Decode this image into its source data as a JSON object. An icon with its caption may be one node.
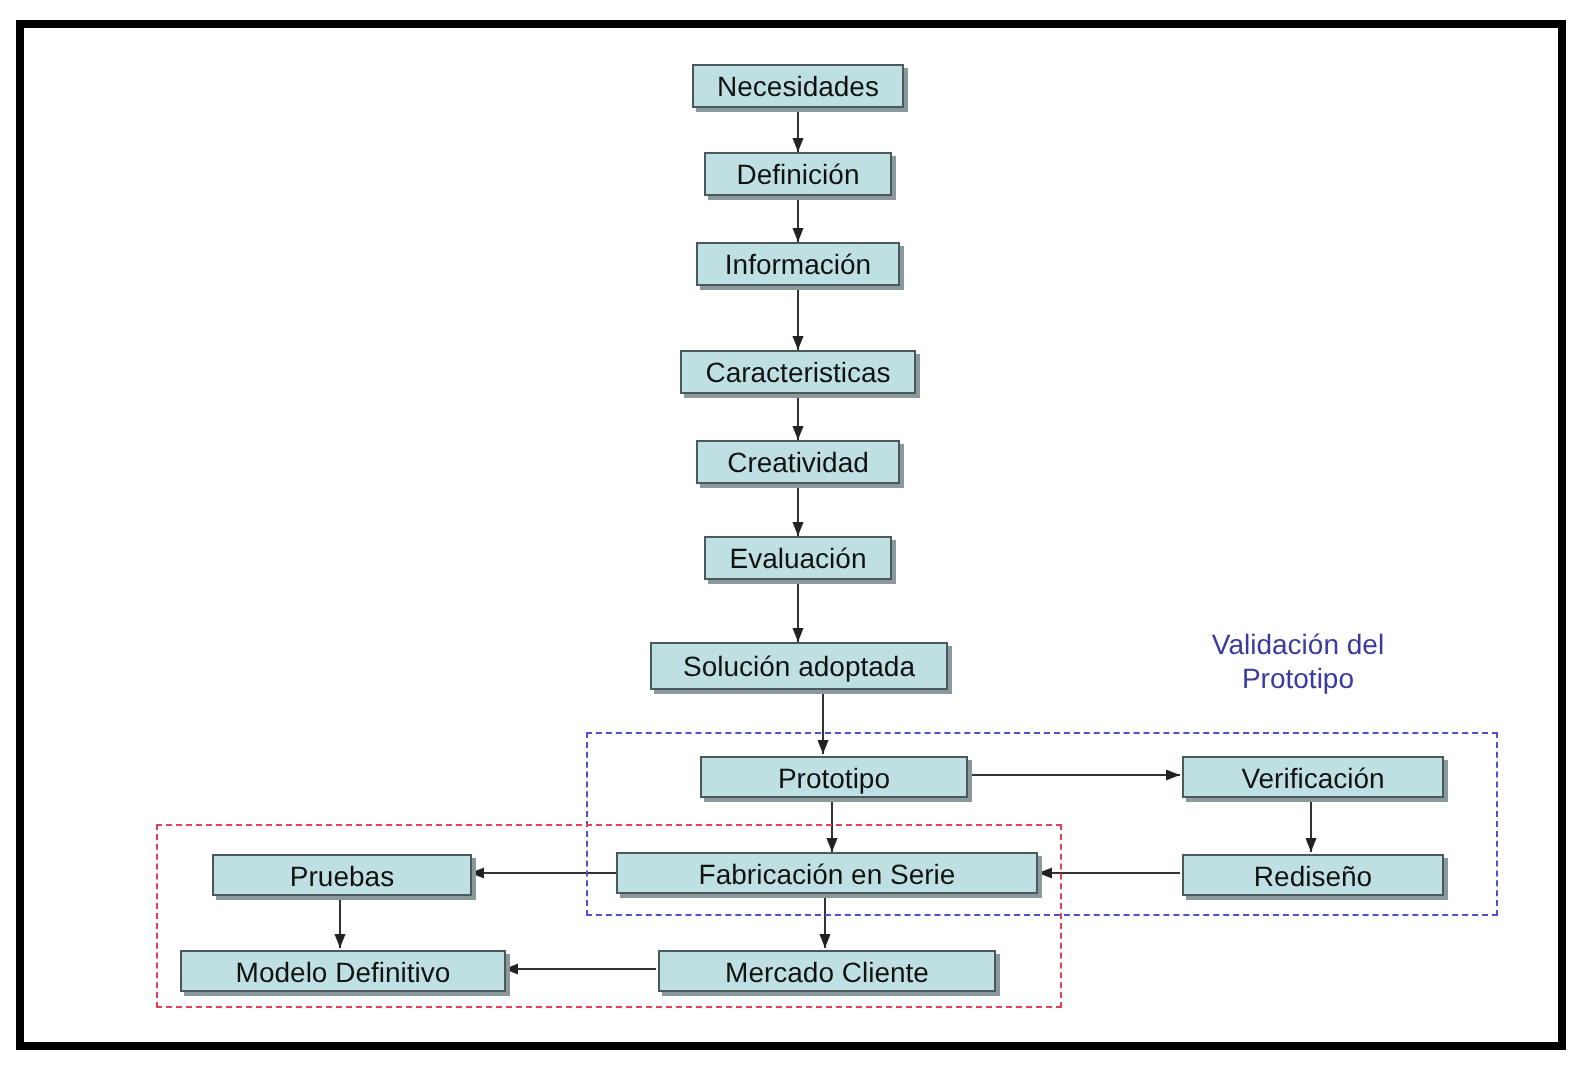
{
  "diagram": {
    "nodes": [
      {
        "text": [
          "Necesidades"
        ]
      },
      {
        "text": [
          "Definición"
        ]
      },
      {
        "text": [
          "Información"
        ]
      },
      {
        "text": [
          "Caracteristicas"
        ]
      },
      {
        "text": [
          "Creatividad"
        ]
      },
      {
        "text": [
          "Evaluación"
        ]
      },
      {
        "text": [
          "Solución adoptada"
        ]
      },
      {
        "text": [
          "Validación del Prototipo"
        ]
      },
      {
        "text": [
          "Prototipo"
        ],
        "in": 7
      },
      {
        "text": [
          "Verificación"
        ],
        "in": 7
      },
      {
        "text": [
          "Rediseño"
        ],
        "in": 7
      },
      {
        "text": [],
        "shape": "box"
      },
      {
        "text": [
          "Pruebas"
        ],
        "in": 11
      },
      {
        "text": [
          "Fabricación en Serie"
        ]
      },
      {
        "text": [
          "Modelo Definitivo"
        ],
        "in": 11
      },
      {
        "text": [
          "Mercado Cliente"
        ],
        "in": 11
      }
    ],
    "edges": [
      {
        "from": 0,
        "to": 1,
        "arrow": "to"
      },
      {
        "from": 1,
        "to": 2,
        "arrow": "to"
      },
      {
        "from": 2,
        "to": 3,
        "arrow": "to"
      },
      {
        "from": 3,
        "to": 4,
        "arrow": "to"
      },
      {
        "from": 4,
        "to": 5,
        "arrow": "to"
      },
      {
        "from": 5,
        "to": 6,
        "arrow": "to"
      },
      {
        "from": 6,
        "to": 8,
        "arrow": "to"
      },
      {
        "from": 8,
        "to": 9,
        "arrow": "to"
      },
      {
        "from": 9,
        "to": 10,
        "arrow": "to"
      },
      {
        "from": 10,
        "to": 13,
        "arrow": "to"
      },
      {
        "from": 8,
        "to": 13,
        "arrow": "to"
      },
      {
        "from": 13,
        "to": 12,
        "arrow": "to"
      },
      {
        "from": 12,
        "to": 14,
        "arrow": "to"
      },
      {
        "from": 13,
        "to": 15,
        "arrow": "to"
      },
      {
        "from": 15,
        "to": 14,
        "arrow": "to"
      }
    ]
  }
}
